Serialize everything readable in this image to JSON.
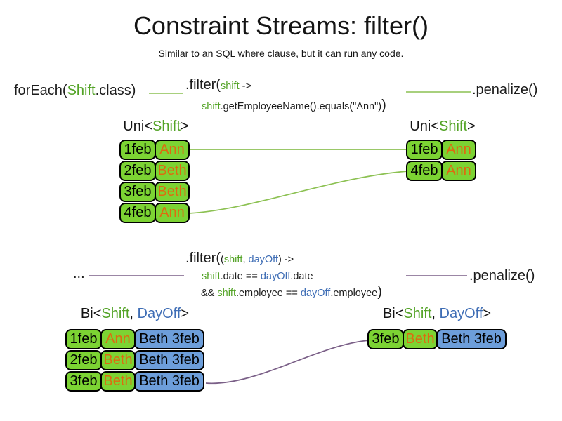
{
  "title": "Constraint Streams: filter()",
  "subtitle": "Similar to an SQL where clause, but it can run any code.",
  "colors": {
    "green_cell": "#7cd333",
    "blue_cell": "#6d9eda",
    "orange_text": "#dd6b10",
    "green_text": "#53a326",
    "blue_text": "#3e6db5",
    "green_line": "#8cc152",
    "purple_line": "#7a5f87"
  },
  "uni_label": {
    "t1": "Uni<",
    "t2": "Shift",
    "t3": ">"
  },
  "bi_label": {
    "t1": "Bi<",
    "t2": "Shift",
    "t3": ", ",
    "t4": "DayOff",
    "t5": ">"
  },
  "top": {
    "source": {
      "t1": "forEach(",
      "t2": "Shift",
      "t3": ".class)"
    },
    "filter_line1": {
      "t1": ".filter(",
      "t2": "shift",
      "t3": " ->"
    },
    "filter_line2": {
      "t1": "shift",
      "t2": ".getEmployeeName().equals(\"Ann\")",
      "t3": ")"
    },
    "sink": ".penalize()",
    "left_rows": [
      {
        "date": "1feb",
        "name": "Ann"
      },
      {
        "date": "2feb",
        "name": "Beth"
      },
      {
        "date": "3feb",
        "name": "Beth"
      },
      {
        "date": "4feb",
        "name": "Ann"
      }
    ],
    "right_rows": [
      {
        "date": "1feb",
        "name": "Ann"
      },
      {
        "date": "4feb",
        "name": "Ann"
      }
    ]
  },
  "bottom": {
    "source": "...",
    "filter_line1": {
      "t1": ".filter(",
      "t2": "(",
      "t3": "shift",
      "t4": ", ",
      "t5": "dayOff",
      "t6": ") ->"
    },
    "filter_line2": {
      "t1": "shift",
      "t2": ".date == ",
      "t3": "dayOff",
      "t4": ".date"
    },
    "filter_line3": {
      "t1": "&& ",
      "t2": "shift",
      "t3": ".employee == ",
      "t4": "dayOff",
      "t5": ".employee",
      "t6": ")"
    },
    "sink": ".penalize()",
    "left_rows": [
      {
        "date": "1feb",
        "name": "Ann",
        "dayoff": "Beth 3feb"
      },
      {
        "date": "2feb",
        "name": "Beth",
        "dayoff": "Beth 3feb"
      },
      {
        "date": "3feb",
        "name": "Beth",
        "dayoff": "Beth 3feb"
      }
    ],
    "right_rows": [
      {
        "date": "3feb",
        "name": "Beth",
        "dayoff": "Beth 3feb"
      }
    ]
  }
}
